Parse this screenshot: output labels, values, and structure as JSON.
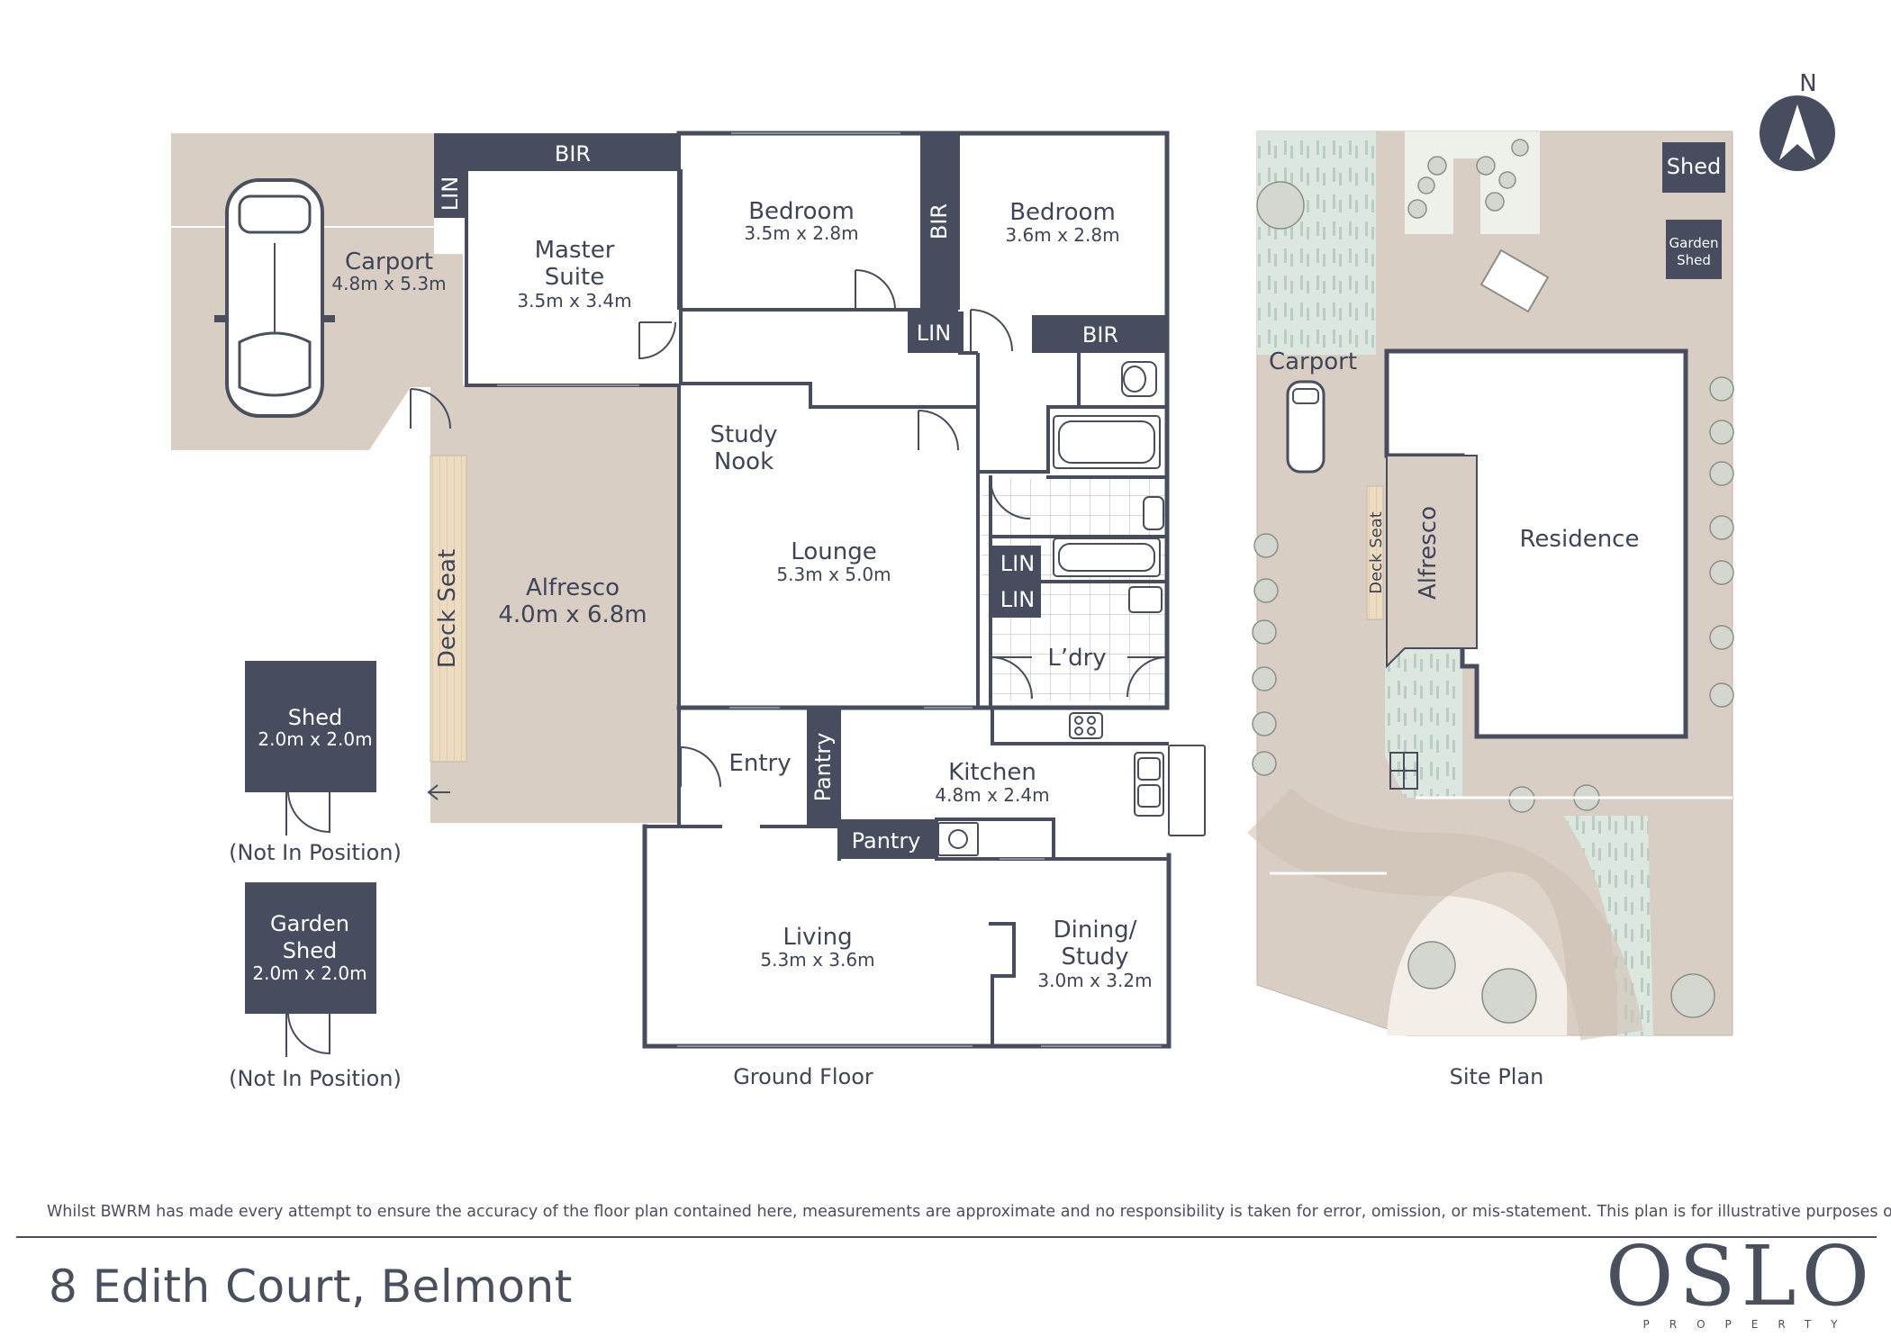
{
  "colors": {
    "wall": "#474d5f",
    "concrete": "#d8cec4",
    "lawn": "#dbe6de",
    "deck": "#ead9bf",
    "tile": "#ffffff",
    "text": "#3f4557"
  },
  "ground_floor": {
    "caption": "Ground Floor",
    "carport": {
      "name": "Carport",
      "dim": "4.8m x 5.3m"
    },
    "master_suite": {
      "name_line1": "Master",
      "name_line2": "Suite",
      "dim": "3.5m x 3.4m"
    },
    "bedroom_1": {
      "name": "Bedroom",
      "dim": "3.5m x 2.8m"
    },
    "bedroom_2": {
      "name": "Bedroom",
      "dim": "3.6m x 2.8m"
    },
    "study_nook": {
      "name_line1": "Study",
      "name_line2": "Nook"
    },
    "lounge": {
      "name": "Lounge",
      "dim": "5.3m x 5.0m"
    },
    "alfresco": {
      "name": "Alfresco",
      "dim": "4.0m x 6.8m"
    },
    "deck_seat": "Deck Seat",
    "laundry": "L’dry",
    "entry": "Entry",
    "kitchen": {
      "name": "Kitchen",
      "dim": "4.8m x 2.4m"
    },
    "living": {
      "name": "Living",
      "dim": "5.3m x 3.6m"
    },
    "dining_study": {
      "name_line1": "Dining/",
      "name_line2": "Study",
      "dim": "3.0m x 3.2m"
    },
    "labels": {
      "bir_top": "BIR",
      "lin_top": "LIN",
      "bir_vertical": "BIR",
      "lin_hall": "LIN",
      "bir_hall": "BIR",
      "lin_1": "LIN",
      "lin_2": "LIN",
      "pantry_vertical": "Pantry",
      "pantry_horizontal": "Pantry"
    }
  },
  "sheds": [
    {
      "name_line1": "Shed",
      "name_line2": "",
      "dim": "2.0m x 2.0m",
      "note": "(Not In Position)"
    },
    {
      "name_line1": "Garden",
      "name_line2": "Shed",
      "dim": "2.0m x 2.0m",
      "note": "(Not In Position)"
    }
  ],
  "site_plan": {
    "caption": "Site Plan",
    "residence": "Residence",
    "carport": "Carport",
    "alfresco": "Alfresco",
    "deck_seat": "Deck Seat",
    "shed": "Shed",
    "garden_shed_line1": "Garden",
    "garden_shed_line2": "Shed",
    "north": "N"
  },
  "footer": {
    "disclaimer": "Whilst BWRM  has made every attempt to ensure the accuracy of the floor plan contained here, measurements are approximate and no responsibility is taken for error, omission, or mis-statement. This plan is for illustrative purposes only.",
    "address": "8 Edith Court, Belmont",
    "brand_name": "OSLO",
    "brand_sub": "PROPERTY"
  }
}
